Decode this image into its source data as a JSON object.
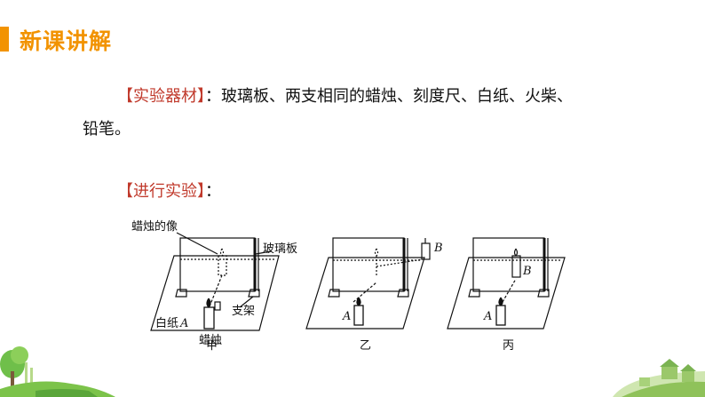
{
  "header": {
    "title": "新课讲解"
  },
  "materials": {
    "label": "【实验器材】",
    "text_line1": "：玻璃板、两支相同的蜡烛、刻度尺、白纸、火柴、",
    "text_line2": "铅笔。"
  },
  "experiment": {
    "label": "【进行实验】",
    "colon": "："
  },
  "diagram": {
    "labels": {
      "candle_image": "蜡烛的像",
      "glass_plate": "玻璃板",
      "stand": "支架",
      "white_paper": "白纸",
      "paper_letter": "A",
      "candle": "蜡烛",
      "candle_A_2": "A",
      "candle_B_2": "B",
      "candle_A_3": "A",
      "candle_B_3": "B"
    },
    "captions": [
      "甲",
      "乙",
      "丙"
    ]
  },
  "colors": {
    "accent": "#f29300",
    "label_red": "#c0392b",
    "deco_green": "#4caf50"
  }
}
